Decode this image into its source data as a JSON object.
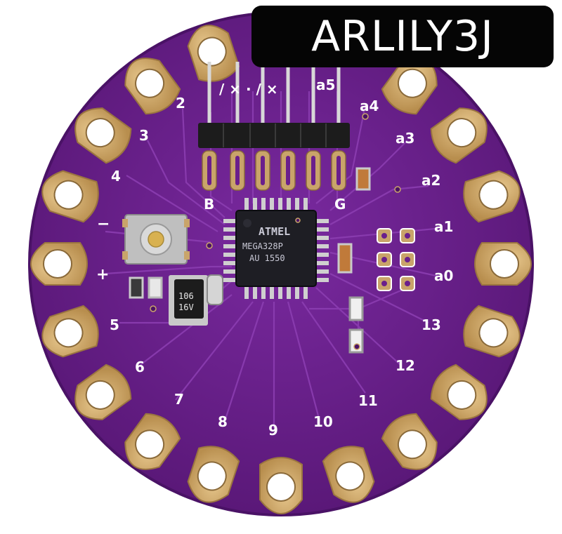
{
  "title_badge": {
    "text": "ARLILY3J"
  },
  "board": {
    "colors": {
      "pcb": "#6a1f8c",
      "pcb_edge": "#4a1266",
      "pad": "#c9a46a",
      "trace": "#8a3ab0",
      "silkscreen": "#ffffff"
    },
    "pin_labels": [
      "2",
      "3",
      "4",
      "−",
      "+",
      "5",
      "6",
      "7",
      "8",
      "9",
      "10",
      "11",
      "12",
      "13",
      "a0",
      "a1",
      "a2",
      "a3",
      "a4",
      "a5"
    ],
    "header_labels": {
      "b": "B",
      "g": "G",
      "top": "/ × · / ×"
    },
    "chip": {
      "brand": "ATMEL",
      "model": "MEGA328P",
      "code": "AU 1550"
    },
    "capacitor": {
      "line1": "106",
      "line2": "16V"
    }
  }
}
